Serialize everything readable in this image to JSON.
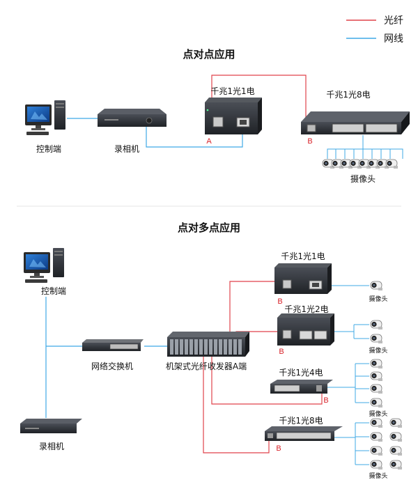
{
  "colors": {
    "fiber": "#e0424a",
    "network": "#3fa9e6",
    "device_dark": "#2d3036",
    "accent_red": "#d8232a"
  },
  "legend": {
    "fiber": "光纤",
    "network": "网线"
  },
  "section1": {
    "title": "点对点应用",
    "control": "控制端",
    "recorder": "录相机",
    "conv_1g1e": "千兆1光1电",
    "conv_1g8e": "千兆1光8电",
    "port_a": "A",
    "port_b": "B",
    "cameras": "摄像头"
  },
  "section2": {
    "title": "点对多点应用",
    "control": "控制端",
    "switch": "网络交换机",
    "recorder": "录相机",
    "rack": "机架式光纤收发器A端",
    "c1": "千兆1光1电",
    "c2": "千兆1光2电",
    "c4": "千兆1光4电",
    "c8": "千兆1光8电",
    "b": "B",
    "cam": "摄像头"
  }
}
